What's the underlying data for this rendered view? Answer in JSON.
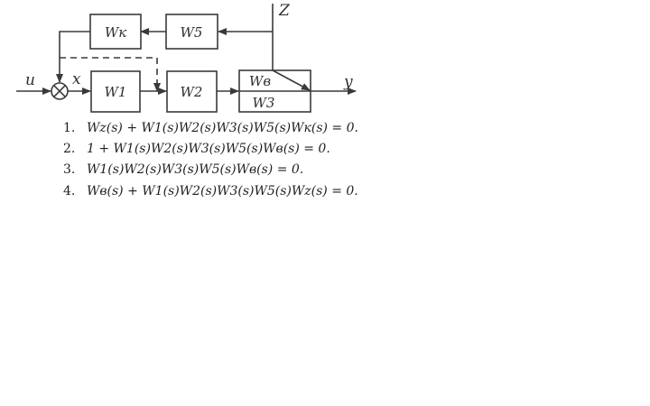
{
  "diagram": {
    "blocks": {
      "wk": "Wк",
      "w5": "W5",
      "w1": "W1",
      "w2": "W2",
      "wv": "Wв",
      "w3": "W3"
    },
    "signals": {
      "input": "u",
      "error": "x",
      "disturbance": "Z",
      "output": "y"
    }
  },
  "options": [
    {
      "number": "1.",
      "equation": "Wz(s) + W1(s)W2(s)W3(s)W5(s)Wк(s) = 0."
    },
    {
      "number": "2.",
      "equation": "1 + W1(s)W2(s)W3(s)W5(s)Wв(s) = 0."
    },
    {
      "number": "3.",
      "equation": "W1(s)W2(s)W3(s)W5(s)Wв(s) = 0."
    },
    {
      "number": "4.",
      "equation": "Wв(s) + W1(s)W2(s)W3(s)W5(s)Wz(s) = 0."
    }
  ]
}
